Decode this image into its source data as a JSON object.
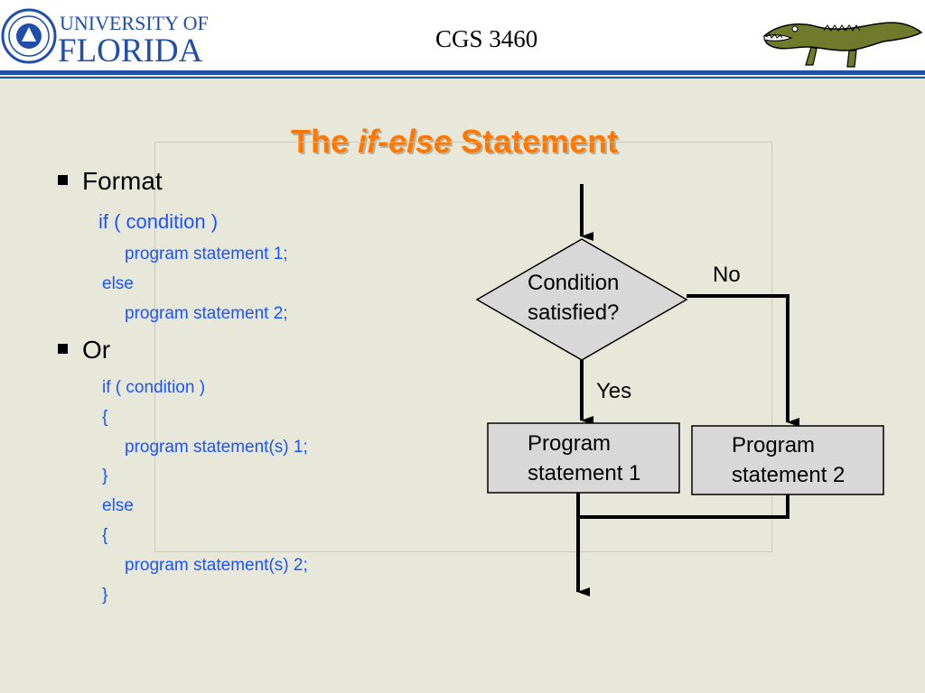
{
  "header": {
    "logo_line1": "UNIVERSITY OF",
    "logo_line2": "FLORIDA",
    "course": "CGS 3460"
  },
  "title": {
    "prefix": "The ",
    "keyword": "if-else",
    "suffix": " Statement"
  },
  "content": {
    "bullet_format": "Format",
    "format_lines": [
      "if ( condition )",
      "program statement 1;",
      "else",
      "program statement 2;"
    ],
    "bullet_or": "Or",
    "or_lines": [
      "if ( condition )",
      "{",
      "program statement(s) 1;",
      "}",
      "else",
      "{",
      "program statement(s) 2;",
      "}"
    ]
  },
  "flowchart": {
    "decision_line1": "Condition",
    "decision_line2": "satisfied?",
    "no_label": "No",
    "yes_label": "Yes",
    "box1_line1": "Program",
    "box1_line2": "statement 1",
    "box2_line1": "Program",
    "box2_line2": "statement 2"
  },
  "colors": {
    "title": "#ff7700",
    "code": "#1a53ff",
    "header_rule": "#1f4fa8",
    "background": "#e8e8da",
    "flow_box": "#d8d8d8"
  }
}
